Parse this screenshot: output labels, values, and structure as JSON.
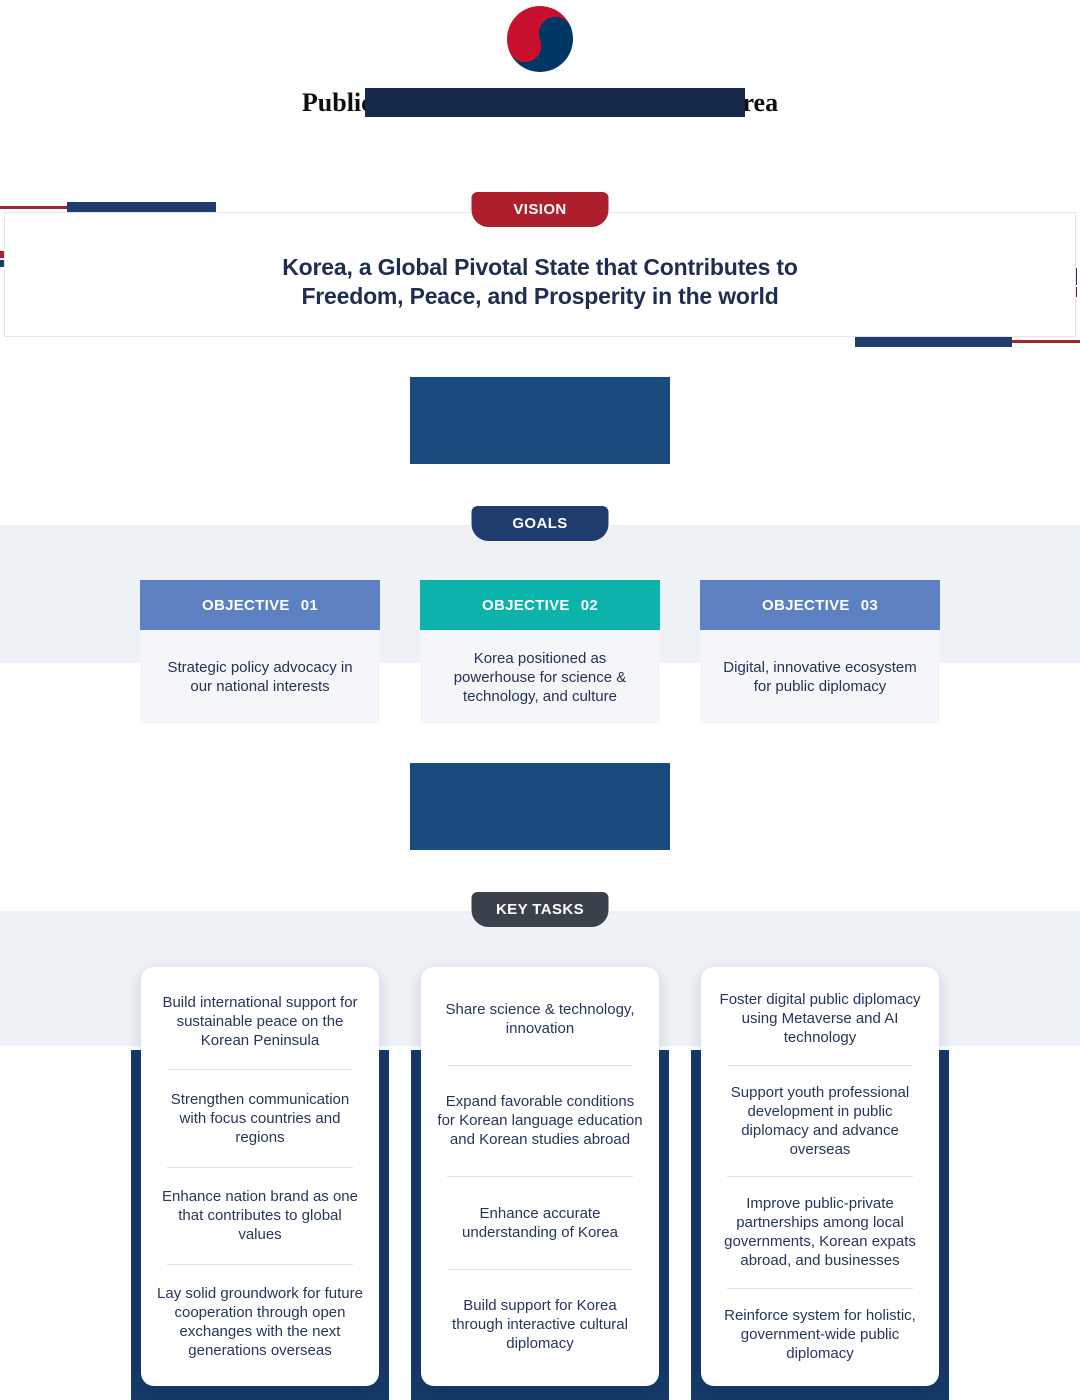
{
  "header": {
    "title": "Public Diplomacy of the Republic of Korea"
  },
  "vision": {
    "badge": "VISION",
    "line1": "Korea, a Global Pivotal State that Contributes to",
    "line2": "Freedom, Peace, and Prosperity in the world"
  },
  "goals": {
    "badge": "GOALS",
    "objectives": [
      {
        "label": "OBJECTIVE",
        "number": "01",
        "text": "Strategic policy advocacy in our national interests"
      },
      {
        "label": "OBJECTIVE",
        "number": "02",
        "text": "Korea positioned as powerhouse for science & technology, and culture"
      },
      {
        "label": "OBJECTIVE",
        "number": "03",
        "text": "Digital, innovative ecosystem for public diplomacy"
      }
    ]
  },
  "key_tasks": {
    "badge": "KEY TASKS",
    "columns": [
      {
        "items": [
          "Build international support for sustainable peace on the Korean Peninsula",
          "Strengthen communication with focus countries and regions",
          "Enhance nation brand as one that contributes to global values",
          "Lay solid groundwork for future cooperation through open exchanges with the next generations overseas"
        ]
      },
      {
        "items": [
          "Share science & technology, innovation",
          "Expand favorable conditions for Korean language education and Korean studies abroad",
          "Enhance accurate understanding of Korea",
          "Build support for Korea through interactive cultural diplomacy"
        ]
      },
      {
        "items": [
          "Foster digital public diplomacy using Metaverse and AI technology",
          "Support youth professional development in public diplomacy and advance overseas",
          "Improve public-private partnerships among local governments, Korean expats abroad, and businesses",
          "Reinforce system for holistic, government-wide public diplomacy"
        ]
      }
    ]
  },
  "colors": {
    "badge_red": "#ae1f2d",
    "badge_navy": "#1e3c6d",
    "badge_dark": "#3b424c",
    "objective_blue": "#5d80c3",
    "objective_teal": "#0cb3aa",
    "connector_navy": "#1a4b7e",
    "backdrop_navy": "#143a67",
    "band_gray": "#eef1f5",
    "text_navy": "#1e2d50"
  }
}
